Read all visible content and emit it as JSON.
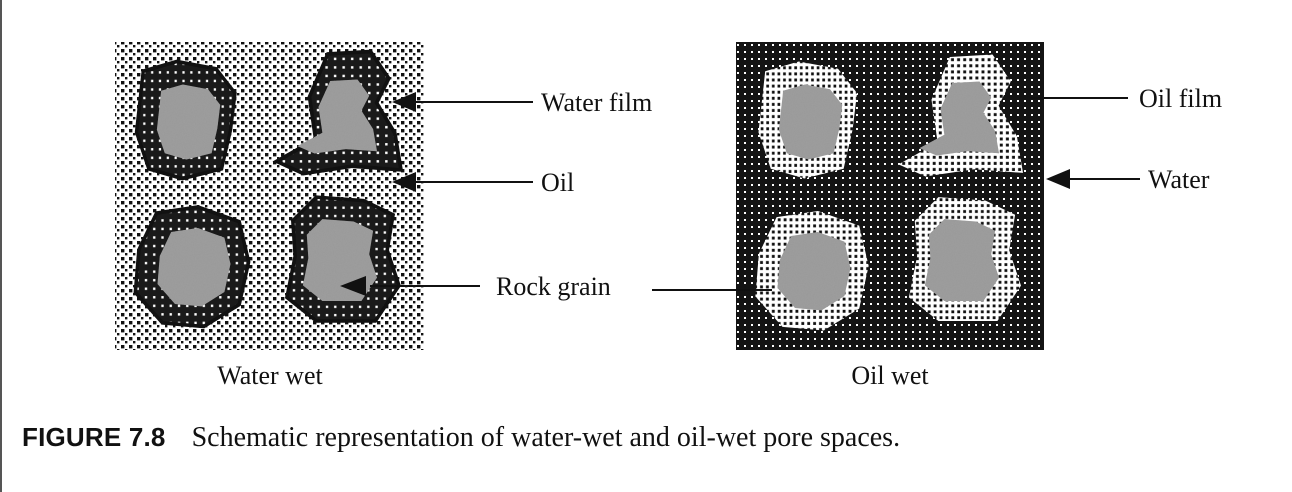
{
  "figure": {
    "number": "FIGURE 7.8",
    "caption": "Schematic representation of water-wet and oil-wet pore spaces."
  },
  "panels": {
    "water_wet": {
      "title": "Water wet",
      "labels": {
        "water_film": "Water film",
        "oil": "Oil",
        "rock_grain": "Rock grain"
      }
    },
    "oil_wet": {
      "title": "Oil wet",
      "labels": {
        "oil_film": "Oil film",
        "water": "Water"
      }
    }
  },
  "colors": {
    "ink": "#111111",
    "grain": "#9a9a9a",
    "paper": "#ffffff"
  }
}
